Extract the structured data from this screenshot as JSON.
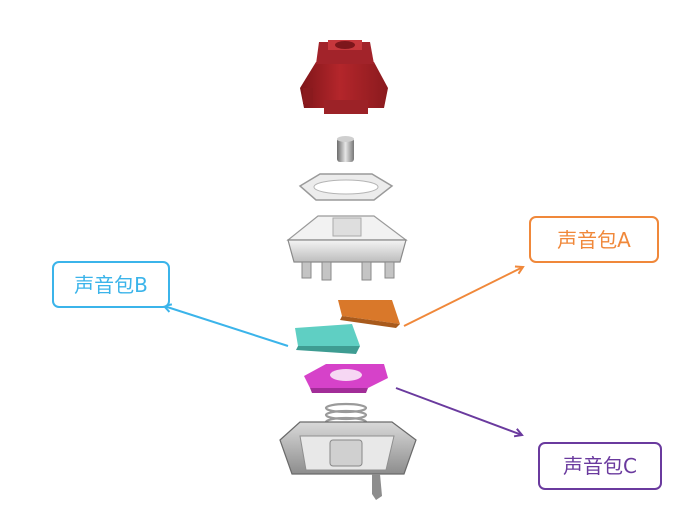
{
  "callouts": {
    "a": {
      "text": "声音包A",
      "color": "#F0883A"
    },
    "b": {
      "text": "声音包B",
      "color": "#3BB4EA"
    },
    "c": {
      "text": "声音包C",
      "color": "#6A3A9E"
    }
  },
  "parts": {
    "keycap_stem": {
      "color": "#B0282C"
    },
    "sound_pack_a": {
      "color": "#D9782A"
    },
    "sound_pack_b": {
      "color": "#5FCFC3"
    },
    "sound_pack_c": {
      "color": "#D642C9"
    }
  }
}
